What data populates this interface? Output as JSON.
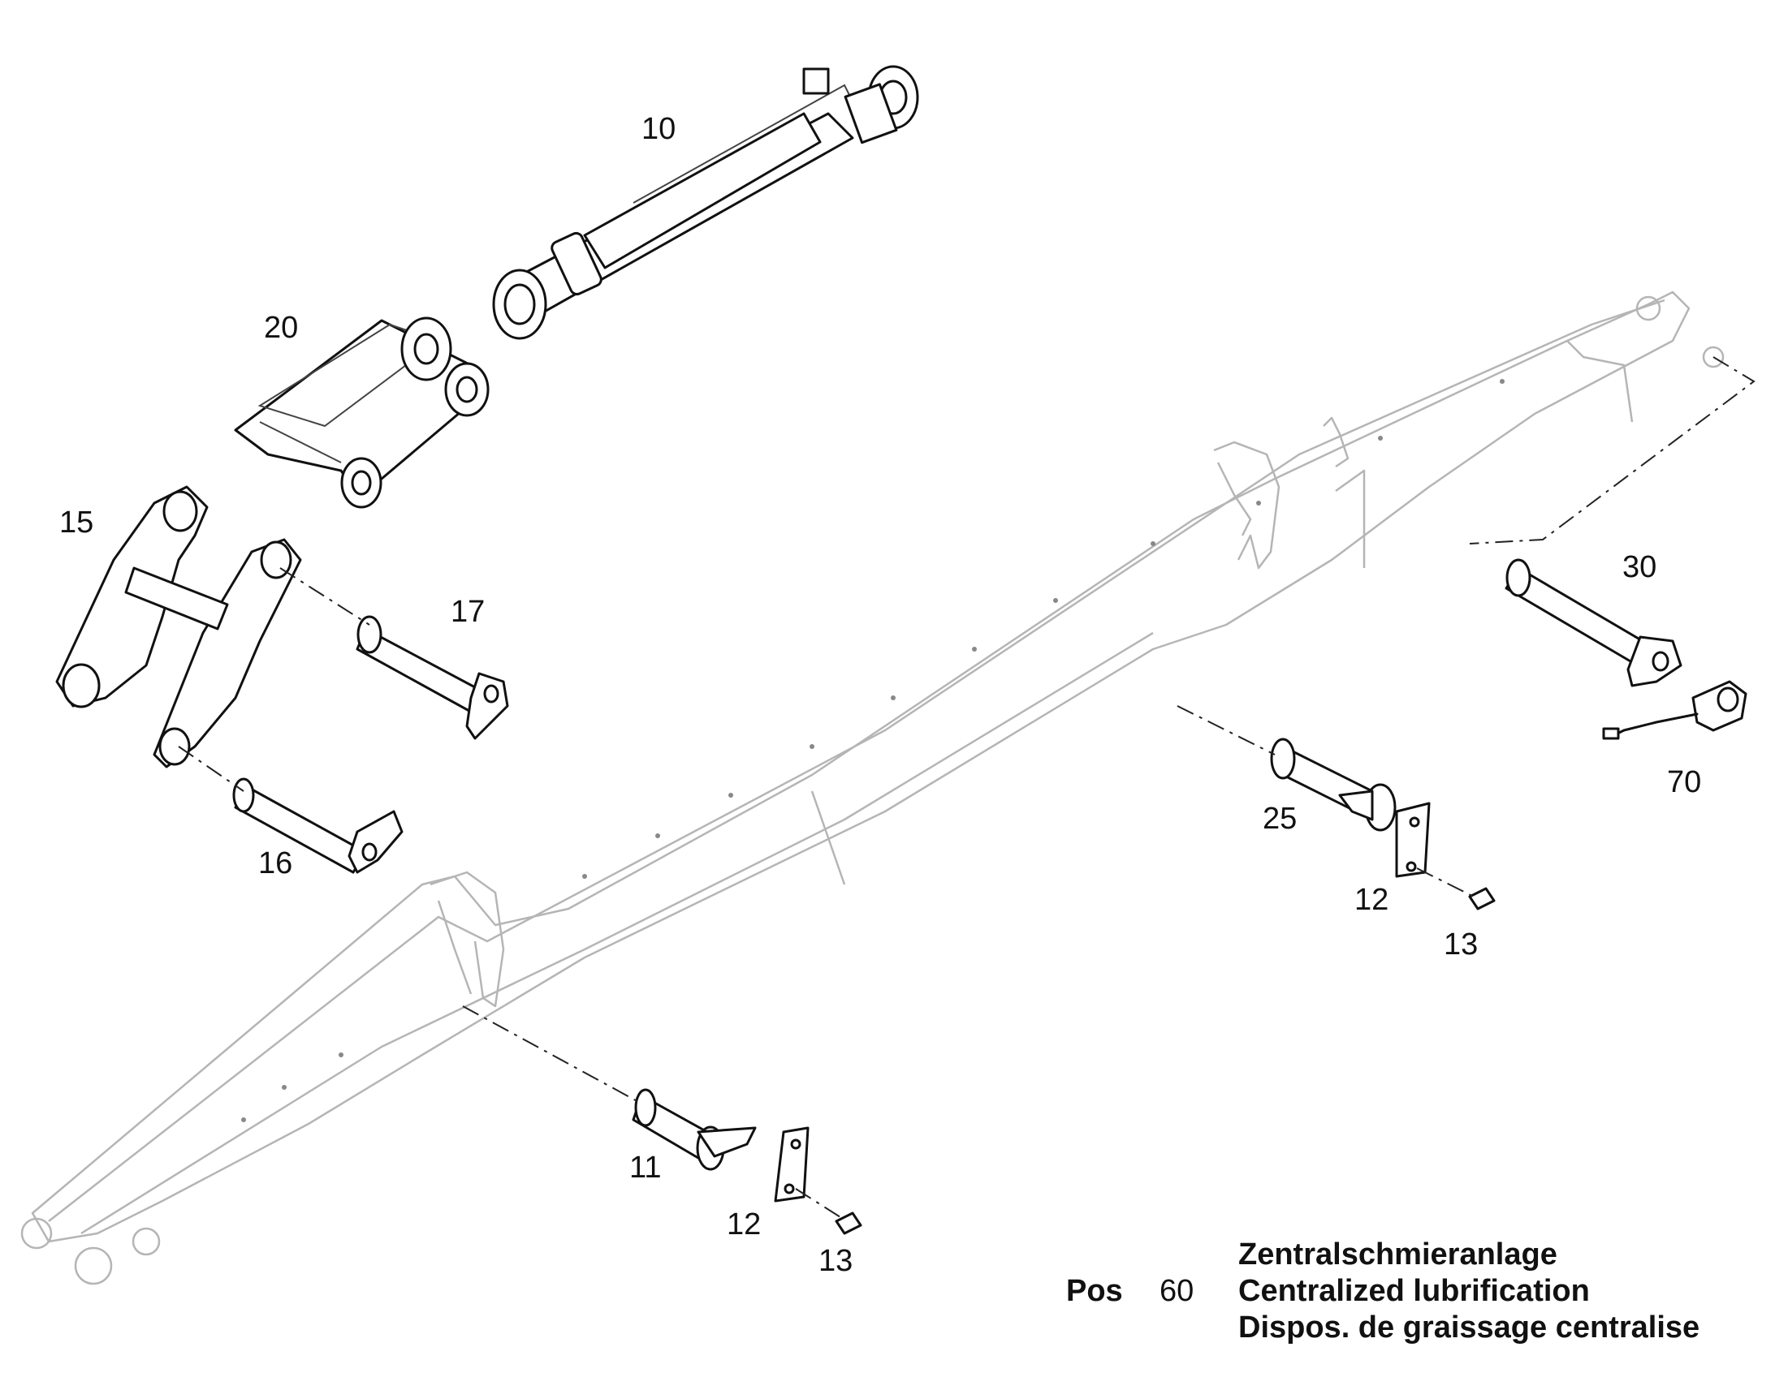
{
  "callouts": [
    {
      "id": "10",
      "label": "10"
    },
    {
      "id": "20",
      "label": "20"
    },
    {
      "id": "15",
      "label": "15"
    },
    {
      "id": "17",
      "label": "17"
    },
    {
      "id": "16",
      "label": "16"
    },
    {
      "id": "30",
      "label": "30"
    },
    {
      "id": "70",
      "label": "70"
    },
    {
      "id": "25",
      "label": "25"
    },
    {
      "id": "12a",
      "label": "12"
    },
    {
      "id": "13a",
      "label": "13"
    },
    {
      "id": "11",
      "label": "11"
    },
    {
      "id": "12b",
      "label": "12"
    },
    {
      "id": "13b",
      "label": "13"
    }
  ],
  "legend": {
    "pos_label": "Pos",
    "pos_number": "60",
    "lines": [
      "Zentralschmieranlage",
      "Centralized lubrification",
      "Dispos. de graissage centralise"
    ]
  }
}
